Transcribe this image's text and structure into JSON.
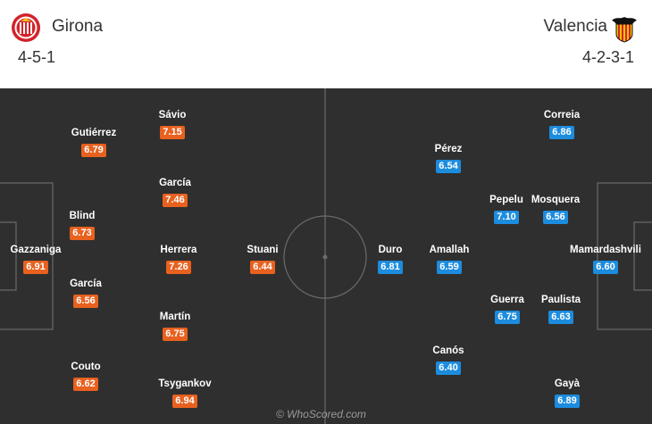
{
  "home": {
    "name": "Girona",
    "formation": "4-5-1",
    "color": "#e8611f",
    "crest_icon": "girona-crest-icon",
    "players": [
      {
        "name": "Gazzaniga",
        "rating": "6.91"
      },
      {
        "name": "Gutiérrez",
        "rating": "6.79"
      },
      {
        "name": "Blind",
        "rating": "6.73"
      },
      {
        "name": "García",
        "rating": "6.56"
      },
      {
        "name": "Couto",
        "rating": "6.62"
      },
      {
        "name": "Sávio",
        "rating": "7.15"
      },
      {
        "name": "García",
        "rating": "7.46"
      },
      {
        "name": "Herrera",
        "rating": "7.26"
      },
      {
        "name": "Martín",
        "rating": "6.75"
      },
      {
        "name": "Tsygankov",
        "rating": "6.94"
      },
      {
        "name": "Stuani",
        "rating": "6.44"
      }
    ]
  },
  "away": {
    "name": "Valencia",
    "formation": "4-2-3-1",
    "color": "#1c8cde",
    "crest_icon": "valencia-bat-crest-icon",
    "players": [
      {
        "name": "Duro",
        "rating": "6.81"
      },
      {
        "name": "Pérez",
        "rating": "6.54"
      },
      {
        "name": "Amallah",
        "rating": "6.59"
      },
      {
        "name": "Canós",
        "rating": "6.40"
      },
      {
        "name": "Pepelu",
        "rating": "7.10"
      },
      {
        "name": "Guerra",
        "rating": "6.75"
      },
      {
        "name": "Correia",
        "rating": "6.86"
      },
      {
        "name": "Mosquera",
        "rating": "6.56"
      },
      {
        "name": "Paulista",
        "rating": "6.63"
      },
      {
        "name": "Gayà",
        "rating": "6.89"
      },
      {
        "name": "Mamardashvili",
        "rating": "6.60"
      }
    ]
  },
  "pitch_color": "#2f2f2f",
  "watermark": "© WhoScored.com"
}
